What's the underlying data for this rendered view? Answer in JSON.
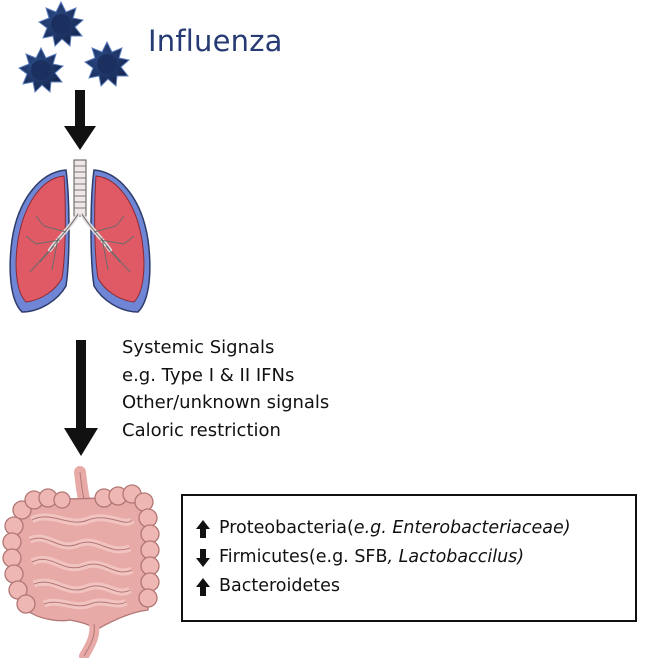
{
  "title": "Influenza",
  "signals": {
    "lines": [
      "Systemic Signals",
      "e.g. Type I & II IFNs",
      "Other/unknown signals",
      "Caloric restriction"
    ]
  },
  "microbiota_changes": [
    {
      "direction": "up",
      "arrow_icon": "arrow-up-icon",
      "name": "Proteobacteria",
      "detail_plain": " (",
      "detail_italic": "e.g. Enterobacteriaceae)",
      "detail_tail": ""
    },
    {
      "direction": "down",
      "arrow_icon": "arrow-down-icon",
      "name": "Firmicutes",
      "detail_plain": " (e.g. SFB",
      "detail_italic": ", Lactobaccilus)",
      "detail_tail": ""
    },
    {
      "direction": "up",
      "arrow_icon": "arrow-up-icon",
      "name": "Bacteroidetes",
      "detail_plain": "",
      "detail_italic": "",
      "detail_tail": ""
    }
  ],
  "colors": {
    "virus": "#1f3566",
    "title": "#263a74",
    "lung_fill": "#e05a66",
    "lung_pleura": "#6f86d6",
    "intestine": "#e8aaa7",
    "arrow": "#111111"
  }
}
